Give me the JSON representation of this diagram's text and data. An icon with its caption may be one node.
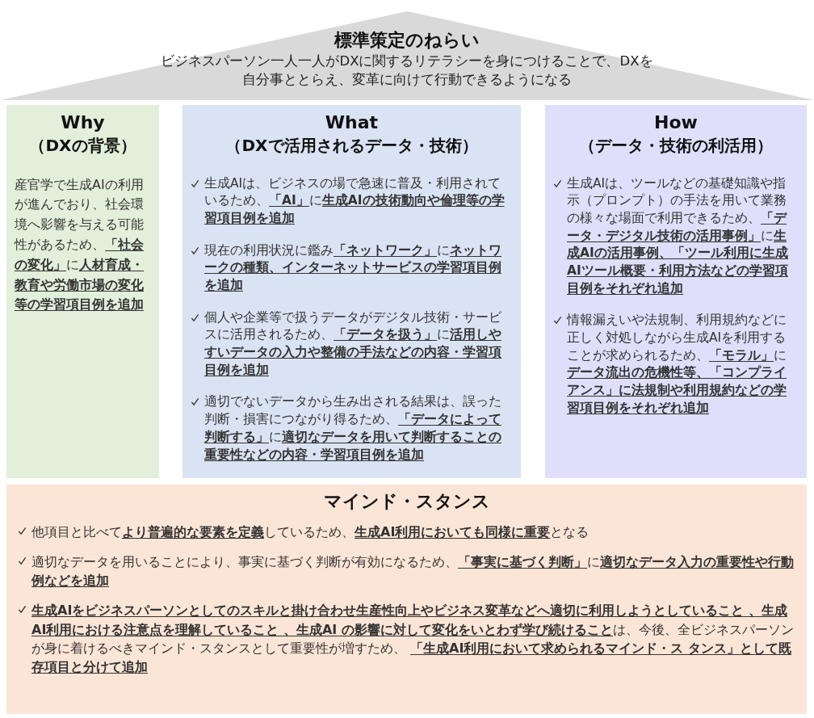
{
  "diagram": {
    "nodes": [
      {
        "text": [
          "標準策定のねらい",
          "ビジネスパーソン一人一人がDXに関するリテラシーを身につけることで、DXを自分事ととらえ、変革に向けて行動できるようになる"
        ]
      },
      {
        "text": [
          "Why",
          "（DXの背景）",
          "産官学で生成AIの利用が進んでおり、社会環境へ影響を与える可能性があるため、**「社会の変化」**に**人材育成・教育や労働市場の変化等の学習項目例を追加**"
        ]
      },
      {
        "text": [
          "What",
          "（DXで活用されるデータ・技術）",
          "生成AIは、ビジネスの場で急速に普及・利用されているため、**「AI」**に**生成AIの技術動向や倫理等の学習項目例を追加**",
          "現在の利用状況に鑑み**「ネットワーク」**に**ネットワークの種類、インターネットサービスの学習項目例を追加**",
          "個人や企業等で扱うデータがデジタル技術・サービスに活用されるため、**「データを扱う」**に**活用しやすいデータの入力や整備の手法などの内容・学習項目例を追加**",
          "適切でないデータから生み出される結果は、誤った判断・損害につながり得るため、**「データによって判断する」**に**適切なデータを用いて判断することの重要性などの内容・学習項目例を追加**"
        ]
      },
      {
        "text": [
          "How",
          "（データ・技術の利活用）",
          "生成AIは、ツールなどの基礎知識や指示（プロンプト）の手法を用いて業務の様々な場面で利用できるため、**「データ・デジタル技術の活用事例」**に**生成AIの活用事例、「ツール利用に生成AIツール概要・利用方法などの学習項目例をそれぞれ追加**",
          "情報漏えいや法規制、利用規約などに正しく対処しながら生成AIを利用することが求められるため、**「モラル」**に**データ流出の危機性等、「コンプライアンス」に法規制や利用規約などの学習項目例をそれぞれ追加**"
        ]
      },
      {
        "text": [
          "マインド・スタンス",
          "他項目と比べて**より普遍的な要素を定義**しているため、**生成AI利用においても同様に重要**となる",
          "適切なデータを用いることにより、事実に基づく判断が有効になるため、**「事実に基づく判断」**に**適切なデータ入力の重要性や行動例などを追加**",
          "**生成AIをビジネスパーソンとしてのスキルと掛け合わせ生産性向上やビジネス変革などへ適切に利用しようとしていること 、生成AI利用における注意点を理解していること 、生成AI の影響に対して変化をいとわず学び続けること**は、今後、全ビジネスパーソンが身に着けるべきマインド・スタンスとして重要性が増すため、 **「生成AI利用において求められるマインド・ス タンス」として既存項目と分けて追加**"
        ]
      }
    ]
  }
}
